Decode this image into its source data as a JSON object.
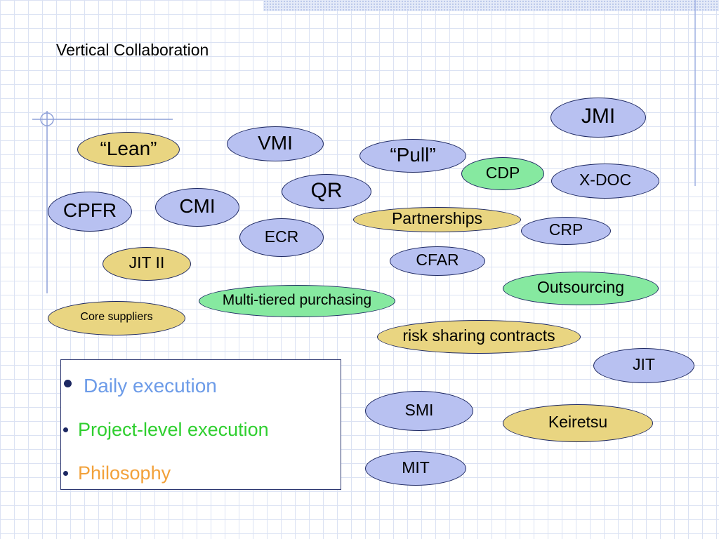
{
  "title": "Vertical Collaboration",
  "colors": {
    "daily_fill": "#b8c1f1",
    "project_fill": "#86e9a0",
    "philosophy_fill": "#e9d581",
    "outline": "#1d2862"
  },
  "ovals": [
    {
      "label": "JMI",
      "fill": "#b8c1f1"
    },
    {
      "label": "“Lean”",
      "fill": "#e9d581"
    },
    {
      "label": "VMI",
      "fill": "#b8c1f1"
    },
    {
      "label": "“Pull”",
      "fill": "#b8c1f1"
    },
    {
      "label": "CDP",
      "fill": "#86e9a0"
    },
    {
      "label": "X-DOC",
      "fill": "#b8c1f1"
    },
    {
      "label": "QR",
      "fill": "#b8c1f1"
    },
    {
      "label": "CPFR",
      "fill": "#b8c1f1"
    },
    {
      "label": "CMI",
      "fill": "#b8c1f1"
    },
    {
      "label": "Partnerships",
      "fill": "#e9d581"
    },
    {
      "label": "CRP",
      "fill": "#b8c1f1"
    },
    {
      "label": "ECR",
      "fill": "#b8c1f1"
    },
    {
      "label": "CFAR",
      "fill": "#b8c1f1"
    },
    {
      "label": "JIT II",
      "fill": "#e9d581"
    },
    {
      "label": "Outsourcing",
      "fill": "#86e9a0"
    },
    {
      "label": "Multi-tiered purchasing",
      "fill": "#86e9a0"
    },
    {
      "label": "Core suppliers",
      "fill": "#e9d581"
    },
    {
      "label": "risk sharing contracts",
      "fill": "#e9d581"
    },
    {
      "label": "JIT",
      "fill": "#b8c1f1"
    },
    {
      "label": "SMI",
      "fill": "#b8c1f1"
    },
    {
      "label": "Keiretsu",
      "fill": "#e9d581"
    },
    {
      "label": "MIT",
      "fill": "#b8c1f1"
    }
  ],
  "legend": [
    {
      "label": "Daily execution",
      "color": "#6c9be8"
    },
    {
      "label": "Project-level execution",
      "color": "#2fcf2f"
    },
    {
      "label": "Philosophy",
      "color": "#f2a13a"
    }
  ]
}
